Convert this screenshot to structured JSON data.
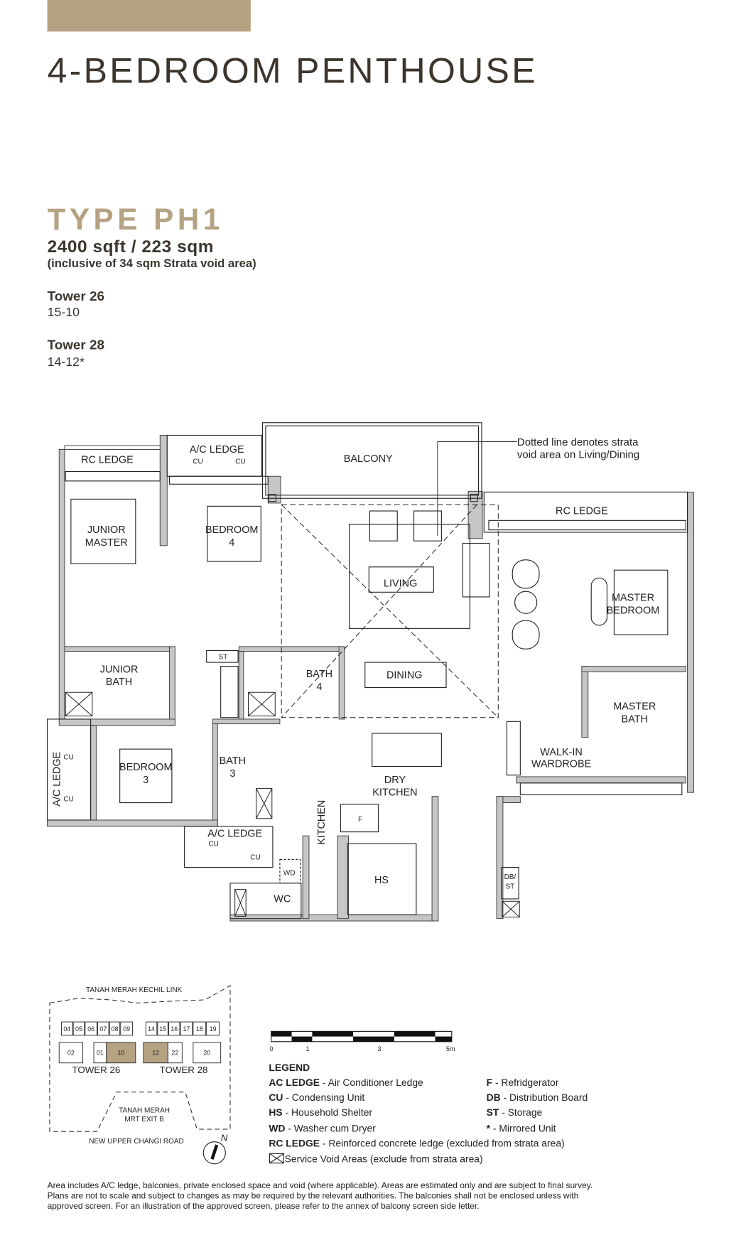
{
  "header": {
    "title": "4-BEDROOM PENTHOUSE",
    "type": "TYPE PH1",
    "area": "2400 sqft / 223 sqm",
    "area_note": "(inclusive of 34 sqm Strata void area)",
    "towers": [
      {
        "name": "Tower 26",
        "units": "15-10"
      },
      {
        "name": "Tower 28",
        "units": "14-12*"
      }
    ]
  },
  "colors": {
    "accent": "#b5a283",
    "text": "#3b352d",
    "wall": "#c6c6c6"
  },
  "floorplan": {
    "note_line1": "Dotted line denotes strata",
    "note_line2": "void area on Living/Dining",
    "rooms": {
      "rc_ledge_left": "RC LEDGE",
      "ac_ledge_top": "A/C LEDGE",
      "cu": "CU",
      "balcony": "BALCONY",
      "rc_ledge_right": "RC LEDGE",
      "junior_master_1": "JUNIOR",
      "junior_master_2": "MASTER",
      "bedroom4_1": "BEDROOM",
      "bedroom4_2": "4",
      "living": "LIVING",
      "master_bedroom_1": "MASTER",
      "master_bedroom_2": "BEDROOM",
      "junior_bath_1": "JUNIOR",
      "junior_bath_2": "BATH",
      "st": "ST",
      "bath4_1": "BATH",
      "bath4_2": "4",
      "dining": "DINING",
      "master_bath_1": "MASTER",
      "master_bath_2": "BATH",
      "ac_ledge_left": "A/C LEDGE",
      "bedroom3_1": "BEDROOM",
      "bedroom3_2": "3",
      "bath3_1": "BATH",
      "bath3_2": "3",
      "walkin_1": "WALK-IN",
      "walkin_2": "WARDROBE",
      "dry_kitchen_1": "DRY",
      "dry_kitchen_2": "KITCHEN",
      "kitchen": "KITCHEN",
      "f": "F",
      "ac_ledge_bottom": "A/C LEDGE",
      "wd": "WD",
      "hs": "HS",
      "db_1": "DB/",
      "db_2": "ST",
      "wc": "WC"
    }
  },
  "site_plan": {
    "road_top": "TANAH MERAH KECHIL LINK",
    "road_bottom": "NEW UPPER CHANGI ROAD",
    "mrt_1": "TANAH MERAH",
    "mrt_2": "MRT EXIT B",
    "tower26": "TOWER 26",
    "tower28": "TOWER 28",
    "north": "N",
    "units_top": [
      "04",
      "05",
      "06",
      "07",
      "08",
      "09",
      "14",
      "15",
      "16",
      "17",
      "18",
      "19"
    ],
    "units_bottom": [
      "02",
      "01",
      "10",
      "12",
      "22",
      "20"
    ],
    "highlighted": [
      "10",
      "12"
    ]
  },
  "scale_bar": {
    "labels": [
      "0",
      "1",
      "3",
      "5m"
    ]
  },
  "legend": {
    "title": "LEGEND",
    "items": [
      {
        "key": "AC LEDGE",
        "desc": " - Air Conditioner Ledge"
      },
      {
        "key": "CU",
        "desc": " - Condensing Unit"
      },
      {
        "key": "HS",
        "desc": " - Household Shelter"
      },
      {
        "key": "WD",
        "desc": " - Washer cum Dryer"
      },
      {
        "key": "RC LEDGE",
        "desc": " - Reinforced concrete ledge (excluded from strata area)"
      }
    ],
    "items_right": [
      {
        "key": "F",
        "desc": " - Refridgerator"
      },
      {
        "key": "DB",
        "desc": " - Distribution Board"
      },
      {
        "key": "ST",
        "desc": " - Storage"
      },
      {
        "key": "*",
        "desc": " - Mirrored Unit"
      }
    ],
    "service_void": "Service Void Areas (exclude from strata area)"
  },
  "footer": {
    "line1": "Area includes A/C ledge, balconies, private enclosed space and void (where applicable). Areas are estimated only and are subject to final survey.",
    "line2": "Plans are not to scale and subject to changes as may be required by the relevant authorities. The balconies shall not be enclosed unless with",
    "line3": "approved screen. For an illustration of the approved screen, please refer to the annex of balcony screen side letter."
  }
}
